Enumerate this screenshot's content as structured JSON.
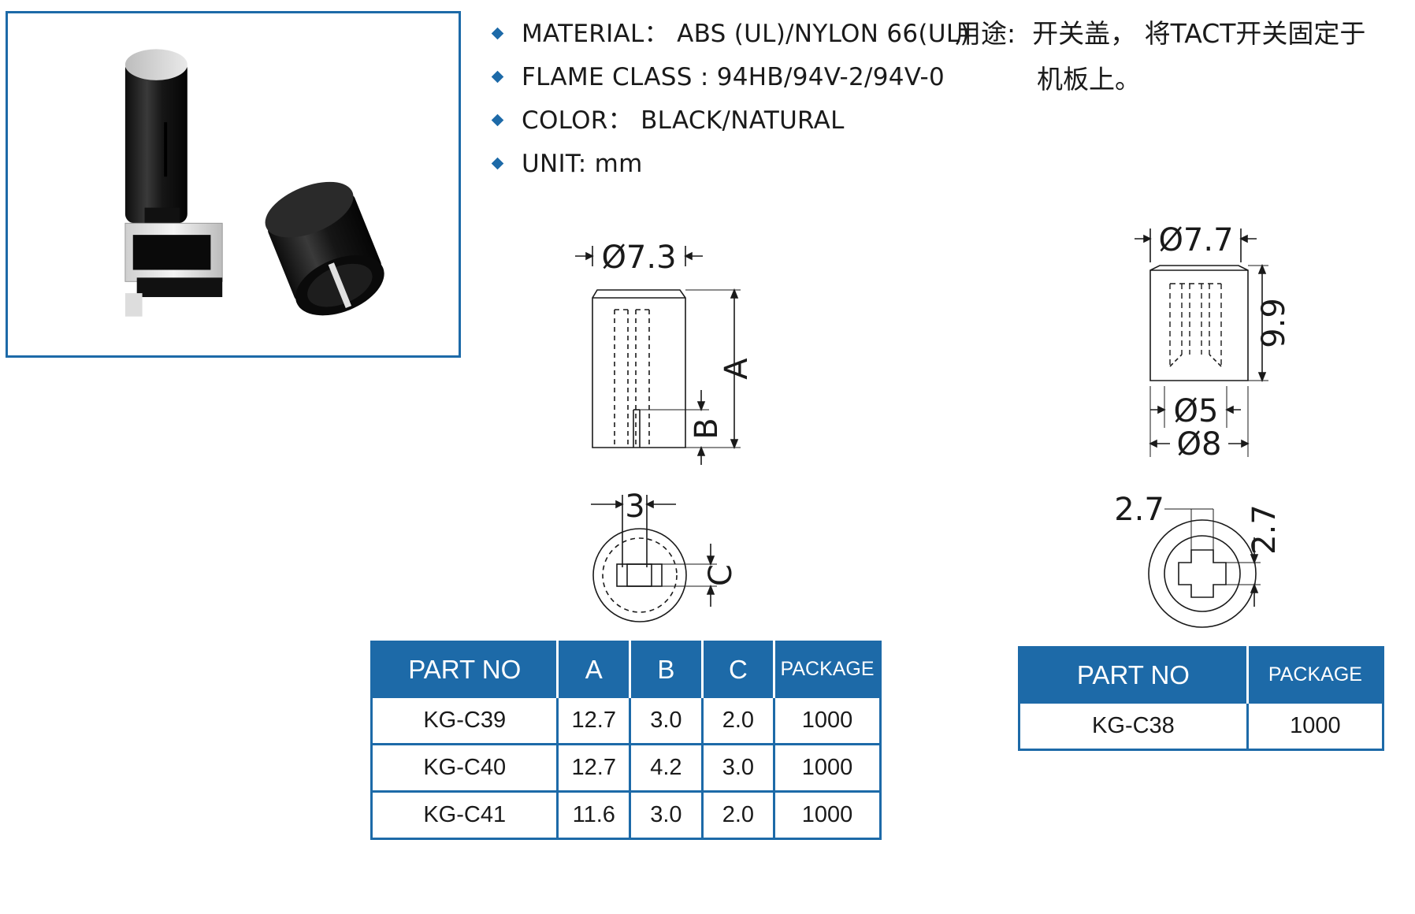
{
  "specs": [
    {
      "label": "MATERIAL：",
      "value": "ABS (UL)/NYLON 66(UL)"
    },
    {
      "label": "FLAME CLASS :",
      "value": "94HB/94V-2/94V-0"
    },
    {
      "label": "COLOR：",
      "value": "BLACK/NATURAL"
    },
    {
      "label": "UNIT:",
      "value": "mm"
    }
  ],
  "usage": {
    "label": "用途:",
    "line1": "开关盖，  将TACT开关固定于",
    "line2": "机板上。"
  },
  "drawing_left": {
    "diameter": "Ø7.3",
    "dim_a": "A",
    "dim_b": "B",
    "slot_width": "3",
    "dim_c": "C"
  },
  "drawing_right": {
    "top_diameter": "Ø7.7",
    "height": "9.9",
    "inner_diameter": "Ø5",
    "outer_diameter": "Ø8",
    "cross_width": "2.7",
    "cross_height": "2.7"
  },
  "table_left": {
    "headers": [
      "PART NO",
      "A",
      "B",
      "C",
      "PACKAGE"
    ],
    "rows": [
      [
        "KG-C39",
        "12.7",
        "3.0",
        "2.0",
        "1000"
      ],
      [
        "KG-C40",
        "12.7",
        "4.2",
        "3.0",
        "1000"
      ],
      [
        "KG-C41",
        "11.6",
        "3.0",
        "2.0",
        "1000"
      ]
    ]
  },
  "table_right": {
    "headers": [
      "PART NO",
      "PACKAGE"
    ],
    "rows": [
      [
        "KG-C38",
        "1000"
      ]
    ]
  },
  "colors": {
    "accent": "#1d6aa8"
  }
}
